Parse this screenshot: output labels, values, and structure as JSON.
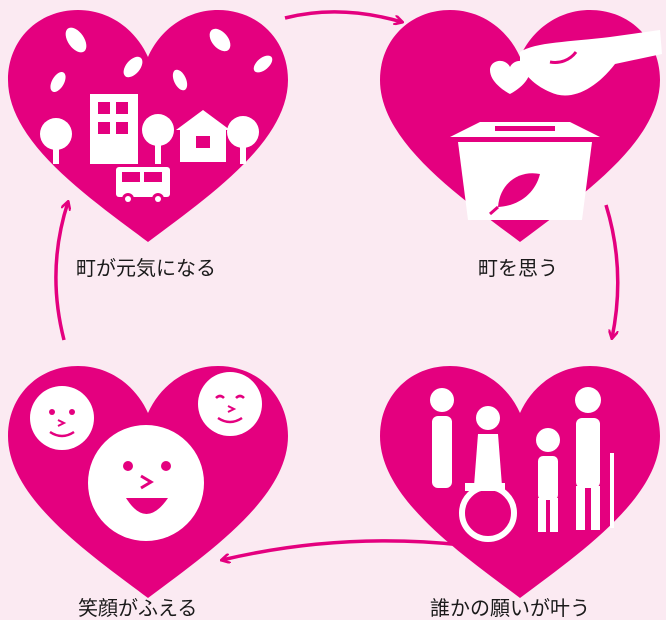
{
  "colors": {
    "heart": "#e4007f",
    "arrow": "#e4007f",
    "background": "#fbeaf2",
    "illustration": "#ffffff"
  },
  "steps": [
    {
      "label": "町を思う",
      "icon": "hand-dropping-heart-into-box-icon"
    },
    {
      "label": "誰かの願いが叶う",
      "icon": "family-with-wheelchair-icon"
    },
    {
      "label": "笑顔がふえる",
      "icon": "smiling-faces-icon"
    },
    {
      "label": "町が元気になる",
      "icon": "lively-town-icon"
    }
  ]
}
